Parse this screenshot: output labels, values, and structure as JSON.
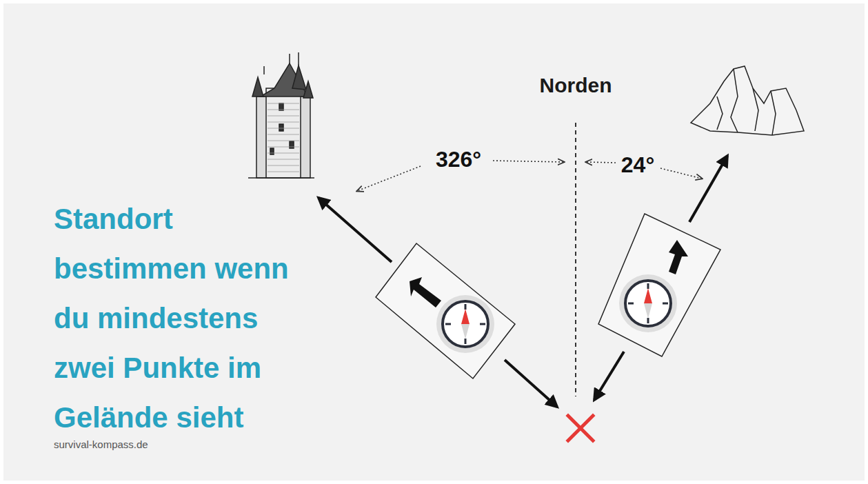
{
  "diagram": {
    "title": "Standort bestimmen wenn du mindestens zwei Punkte im Gelände sieht",
    "labels": [
      "Norden",
      "326°",
      "24°",
      "survival-kompass.de"
    ]
  }
}
